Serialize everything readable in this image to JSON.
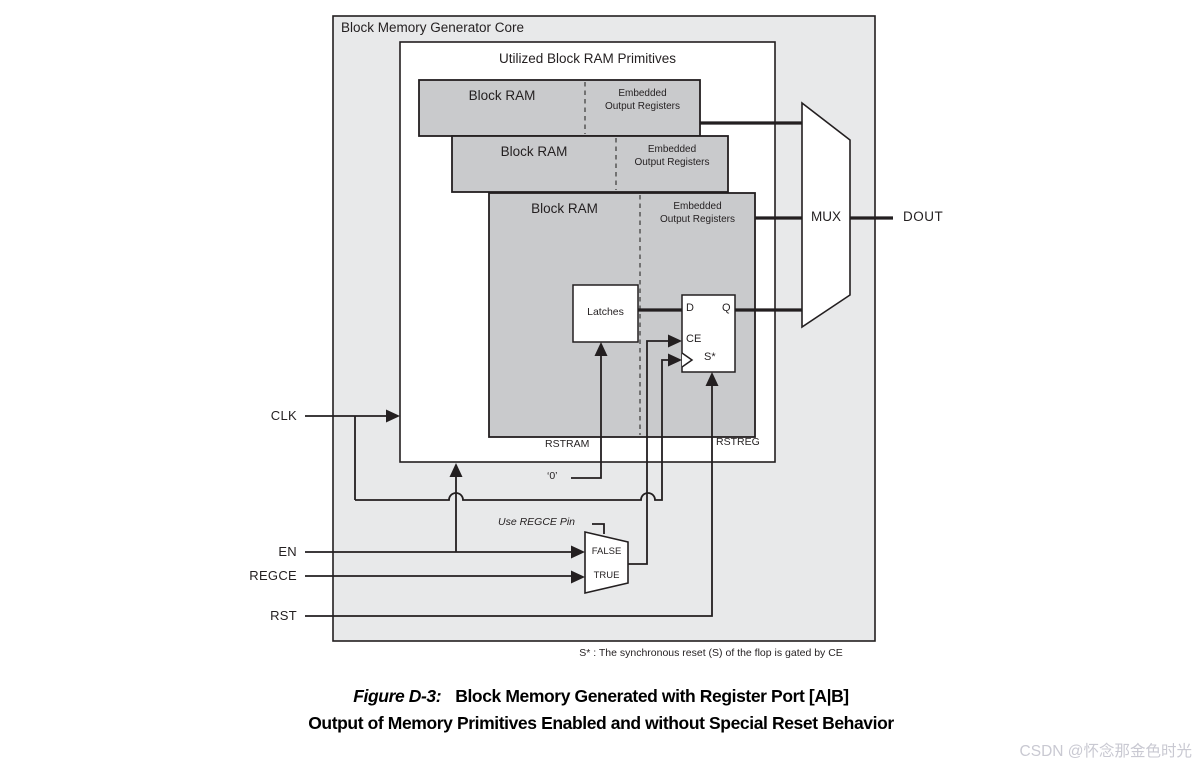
{
  "colors": {
    "outer_fill": "#e8e9ea",
    "ram_fill": "#c9cacc",
    "line": "#231f20",
    "watermark": "#c9c9d2"
  },
  "diagram": {
    "outer_title": "Block Memory Generator Core",
    "inner_title": "Utilized Block RAM Primitives",
    "block_rams": [
      {
        "label": "Block RAM",
        "embedded_line1": "Embedded",
        "embedded_line2": "Output Registers"
      },
      {
        "label": "Block RAM",
        "embedded_line1": "Embedded",
        "embedded_line2": "Output Registers"
      },
      {
        "label": "Block RAM",
        "embedded_line1": "Embedded",
        "embedded_line2": "Output Registers"
      }
    ],
    "mux_label": "MUX",
    "dout_label": "DOUT",
    "latches_label": "Latches",
    "flip_flop": {
      "d": "D",
      "q": "Q",
      "ce": "CE",
      "s_star": "S*"
    },
    "rstram_label": "RSTRAM",
    "rstreg_label": "RSTREG",
    "zero_label": "‘0’",
    "use_regce_label": "Use REGCE Pin",
    "false_label": "FALSE",
    "true_label": "TRUE",
    "signals": {
      "clk": "CLK",
      "en": "EN",
      "regce": "REGCE",
      "rst": "RST"
    },
    "footnote": "S* : The synchronous reset (S) of the flop is gated by CE"
  },
  "caption": {
    "figure_label": "Figure D-3:",
    "line1": "Block Memory Generated with Register Port [A|B]",
    "line2": "Output of Memory Primitives Enabled and without Special Reset Behavior"
  },
  "watermark": "CSDN @怀念那金色时光"
}
